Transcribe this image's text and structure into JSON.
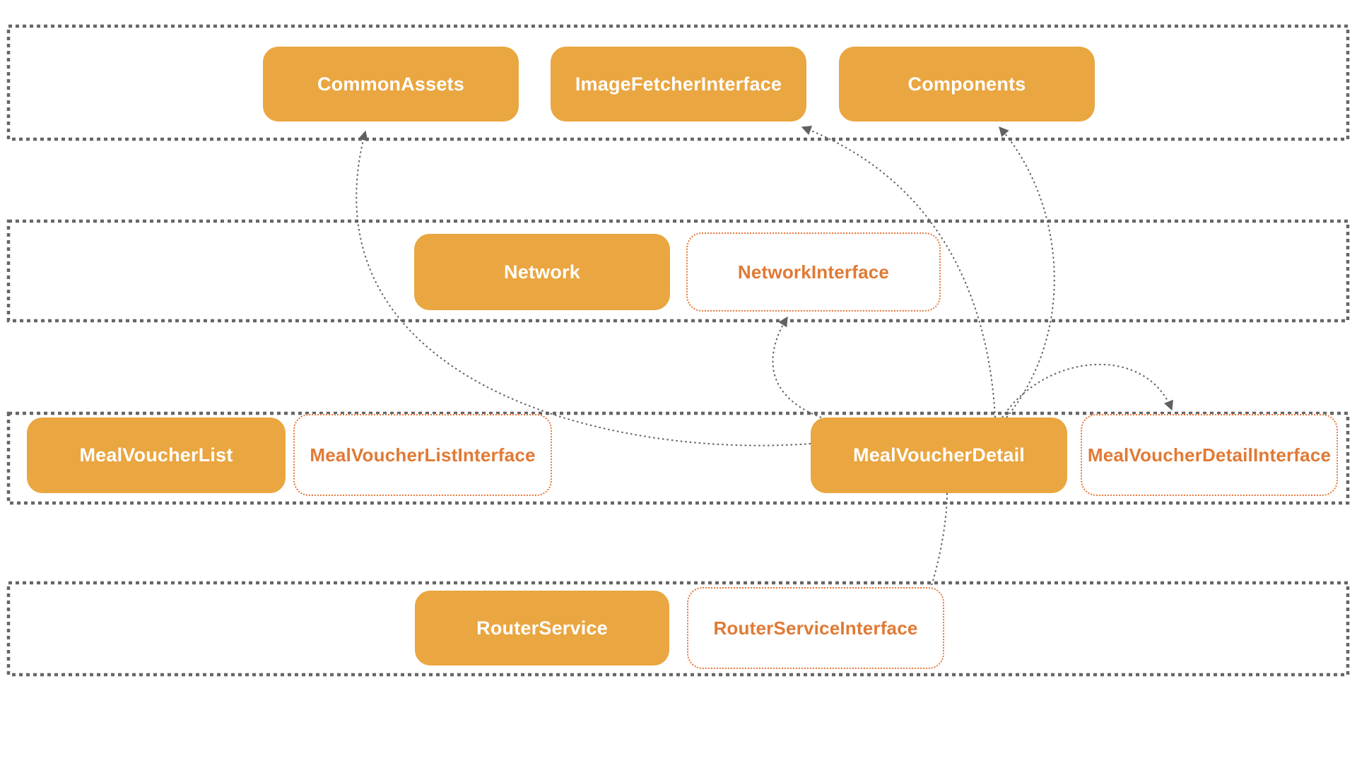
{
  "diagram": {
    "title": "module-dependency-diagram",
    "layers": [
      {
        "name": "shared-assets-layer",
        "modules": [
          {
            "label": "CommonAssets",
            "type": "module"
          },
          {
            "label": "ImageFetcherInterface",
            "type": "module"
          },
          {
            "label": "Components",
            "type": "module"
          }
        ]
      },
      {
        "name": "network-layer",
        "modules": [
          {
            "label": "Network",
            "type": "module"
          },
          {
            "label": "NetworkInterface",
            "type": "interface"
          }
        ]
      },
      {
        "name": "feature-layer",
        "modules": [
          {
            "label": "MealVoucherList",
            "type": "module"
          },
          {
            "label": "MealVoucherListInterface",
            "type": "interface"
          },
          {
            "label": "MealVoucherDetail",
            "type": "module"
          },
          {
            "label": "MealVoucherDetailInterface",
            "type": "interface"
          }
        ]
      },
      {
        "name": "router-layer",
        "modules": [
          {
            "label": "RouterService",
            "type": "module"
          },
          {
            "label": "RouterServiceInterface",
            "type": "interface"
          }
        ]
      }
    ],
    "edges": [
      {
        "from": "MealVoucherDetail",
        "to": "CommonAssets"
      },
      {
        "from": "MealVoucherDetail",
        "to": "ImageFetcherInterface"
      },
      {
        "from": "MealVoucherDetail",
        "to": "Components"
      },
      {
        "from": "MealVoucherDetail",
        "to": "NetworkInterface"
      },
      {
        "from": "MealVoucherDetail",
        "to": "MealVoucherDetailInterface"
      },
      {
        "from": "MealVoucherDetail",
        "to": "RouterServiceInterface"
      }
    ],
    "colors": {
      "module_fill": "#EAA640",
      "module_text": "#FFFFFF",
      "interface_border": "#E8773A",
      "interface_text": "#E07A35",
      "layer_border": "#666666",
      "arrow": "#616161",
      "background": "#FFFFFF"
    }
  }
}
